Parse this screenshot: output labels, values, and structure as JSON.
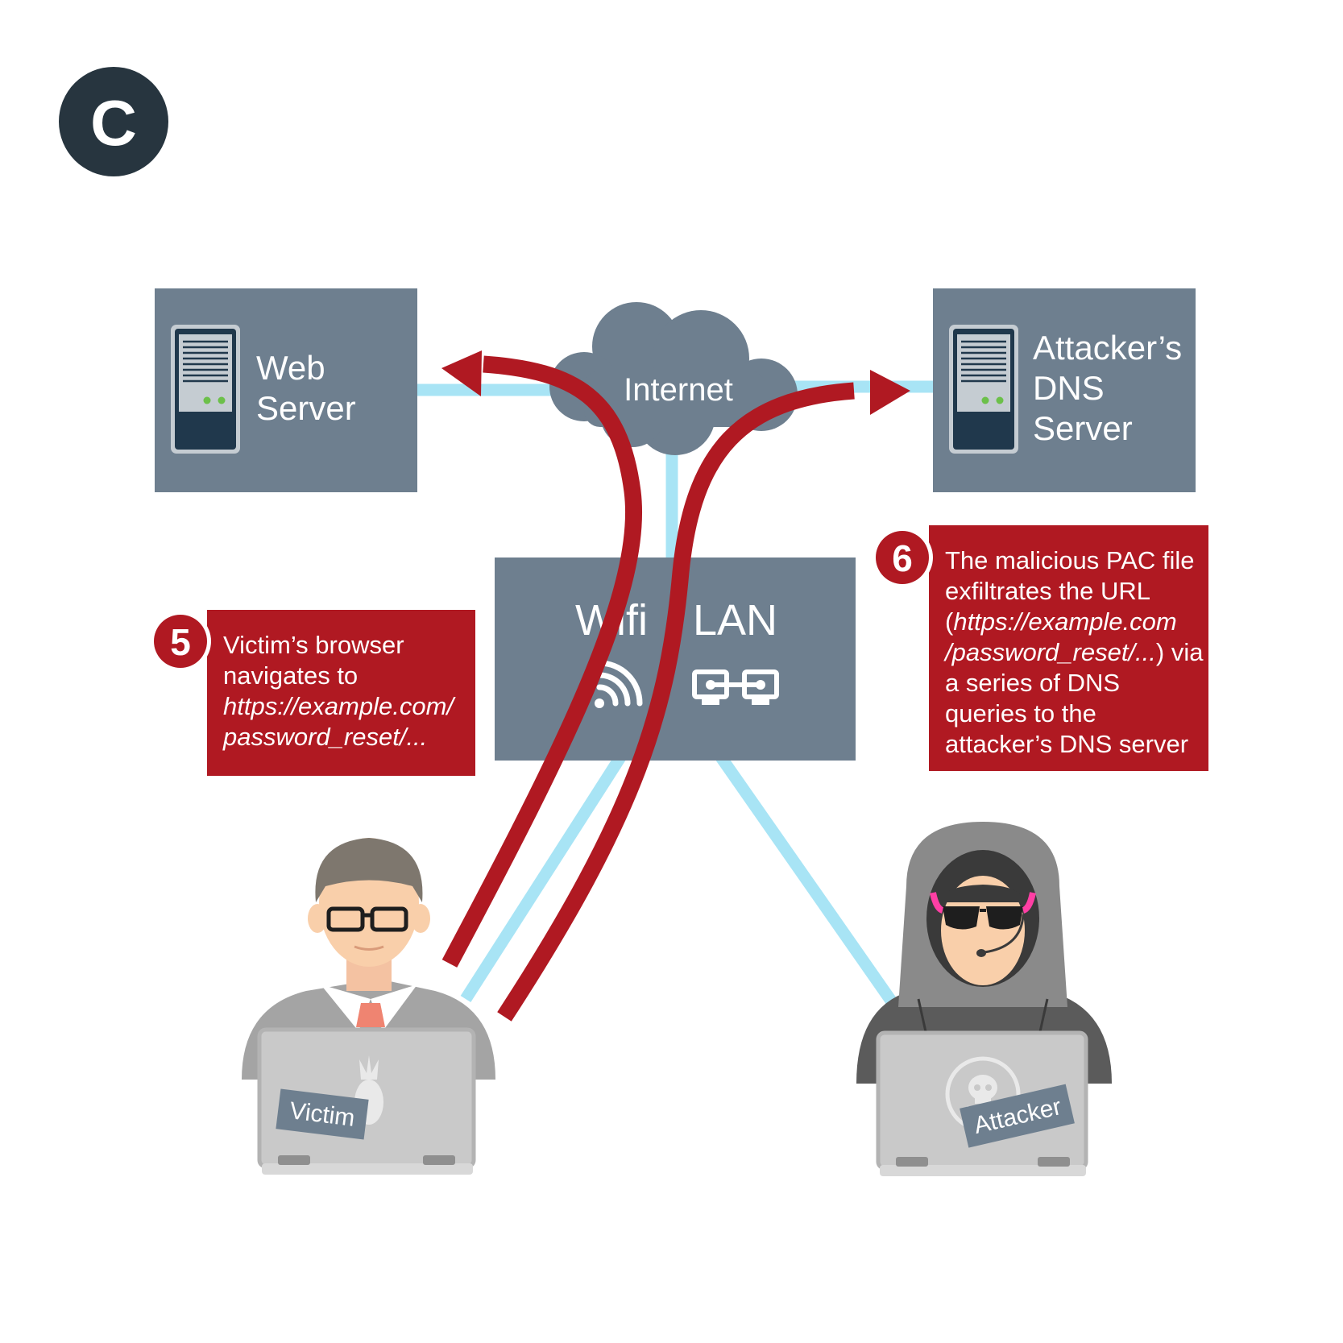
{
  "panel_letter": "C",
  "nodes": {
    "web_server": {
      "line1": "Web",
      "line2": "Server"
    },
    "dns_server": {
      "line1": "Attacker’s",
      "line2": "DNS",
      "line3": "Server"
    },
    "internet": {
      "label": "Internet"
    },
    "lan": {
      "wifi_label": "Wifi",
      "lan_label": "LAN"
    }
  },
  "steps": [
    {
      "number": "5",
      "lines": [
        {
          "text": "Victim’s browser",
          "italic": false
        },
        {
          "text": "navigates to",
          "italic": false
        },
        {
          "text": "https://example.com/",
          "italic": true
        },
        {
          "text": "password_reset/...",
          "italic": true
        }
      ]
    },
    {
      "number": "6",
      "lines": [
        {
          "text": "The malicious PAC file",
          "italic": false
        },
        {
          "text": "exfiltrates the URL",
          "italic": false
        },
        {
          "text": "(",
          "italic": false,
          "rest_italic": "https://example.com"
        },
        {
          "text": "/password_reset/...",
          "italic": true,
          "rest": ") via"
        },
        {
          "text": "a series of DNS",
          "italic": false
        },
        {
          "text": "queries to the",
          "italic": false
        },
        {
          "text": "attacker’s DNS server",
          "italic": false
        }
      ]
    }
  ],
  "people": {
    "victim": {
      "tag": "Victim"
    },
    "attacker": {
      "tag": "Attacker"
    }
  },
  "colors": {
    "dark_circle": "#27353f",
    "node_gray": "#6e7f8f",
    "alert_red": "#b01922",
    "link_blue": "#a8e4f5"
  }
}
